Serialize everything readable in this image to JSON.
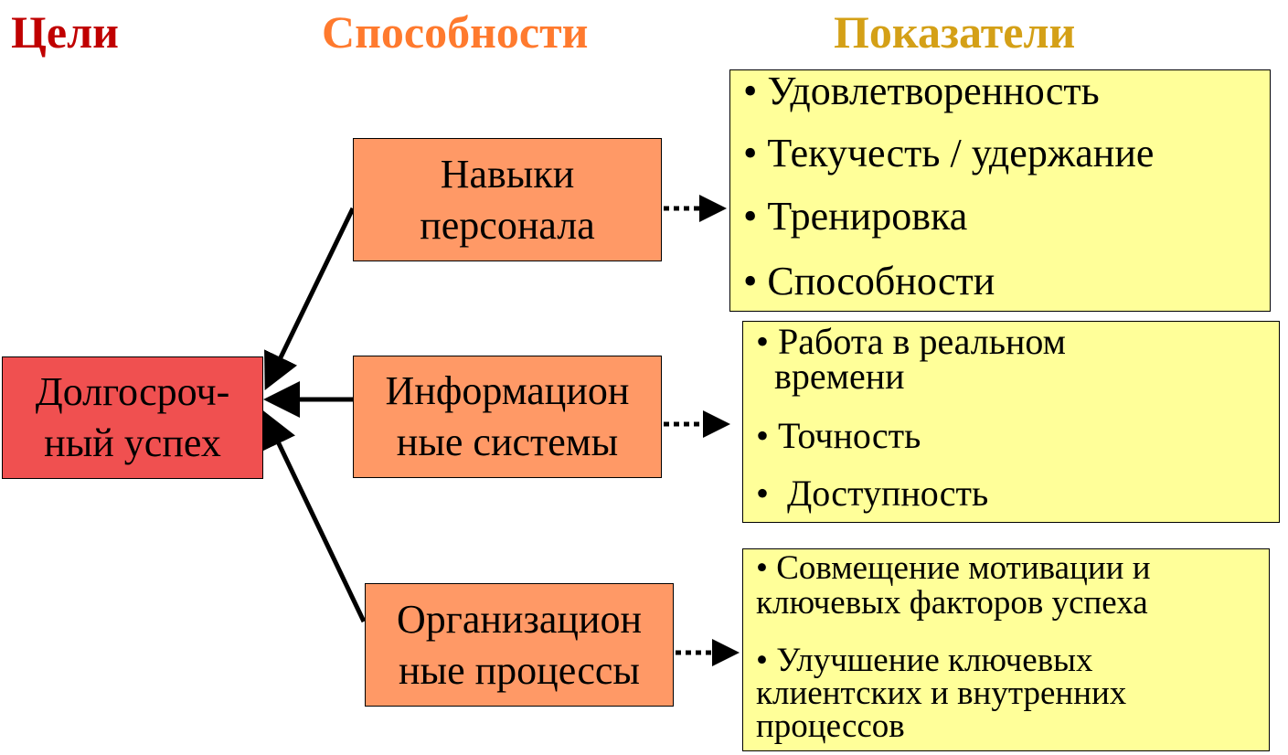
{
  "headers": {
    "goals": "Цели",
    "capabilities": "Способности",
    "indicators": "Показатели"
  },
  "goal": {
    "line1": "Долгосроч-",
    "line2": "ный успех"
  },
  "capabilities": [
    {
      "line1": "Навыки",
      "line2": "персонала"
    },
    {
      "line1": "Информацион",
      "line2": "ные системы"
    },
    {
      "line1": "Организацион",
      "line2": "ные процессы"
    }
  ],
  "indicators": [
    {
      "items": [
        [
          "• Удовлетворенность"
        ],
        [
          "• Текучесть / удержание"
        ],
        [
          "• Тренировка"
        ],
        [
          "• Способности"
        ]
      ]
    },
    {
      "items": [
        [
          "• Работа в реальном",
          "  времени"
        ],
        [
          "• Точность"
        ],
        [
          "•  Доступность"
        ]
      ]
    },
    {
      "items": [
        [
          "• Совмещение мотивации и",
          "ключевых факторов успеха"
        ],
        [
          "• Улучшение ключевых",
          "клиентских и внутренних",
          "процессов"
        ]
      ]
    }
  ],
  "colors": {
    "goals_header": "#c00000",
    "capabilities_header": "#ff7a2e",
    "indicators_header": "#d4a017",
    "goal_box": "#f05050",
    "capability_box": "#ff9966",
    "indicator_box": "#ffff99"
  }
}
